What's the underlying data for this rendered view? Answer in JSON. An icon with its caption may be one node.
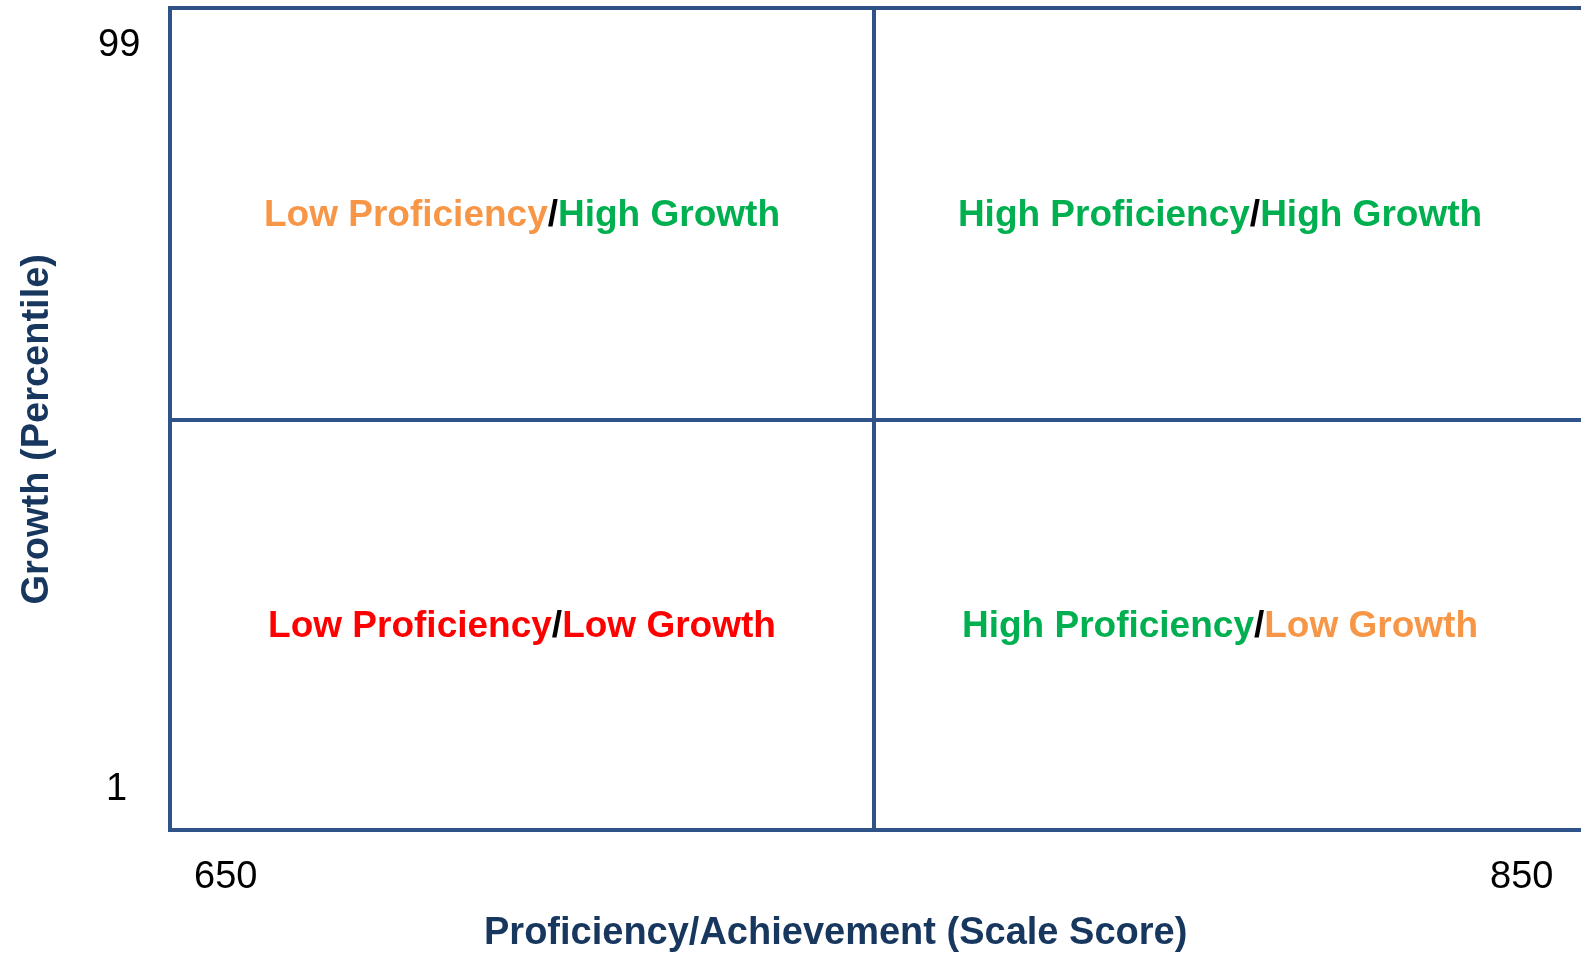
{
  "diagram": {
    "nodes": [
      {
        "text": [
          "Low Proficiency/High Growth"
        ]
      },
      {
        "text": [
          "High Proficiency/High Growth"
        ]
      },
      {
        "text": [
          "Low Proficiency/Low Growth"
        ]
      },
      {
        "text": [
          "High Proficiency/Low Growth"
        ]
      }
    ],
    "labels": [
      "99",
      "Growth (Percentile)",
      "1",
      "650",
      "850",
      "Proficiency/Achievement (Scale Score)"
    ]
  }
}
